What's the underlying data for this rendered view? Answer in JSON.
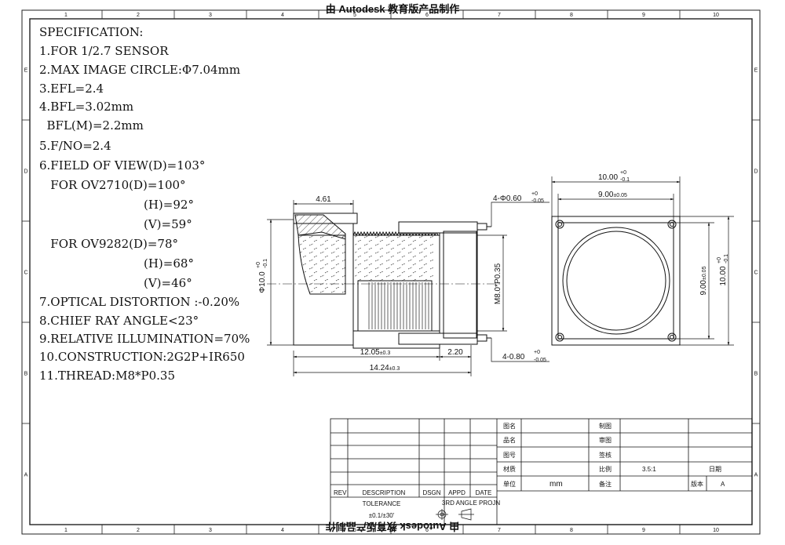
{
  "watermark": {
    "top": "由 Autodesk 教育版产品制作",
    "bottom": "由 Autodesk 教育版产品制作"
  },
  "frame": {
    "col_numbers": [
      "1",
      "2",
      "3",
      "4",
      "5",
      "6",
      "7",
      "8",
      "9",
      "10"
    ],
    "row_letters": [
      "E",
      "D",
      "C",
      "B",
      "A"
    ]
  },
  "spec": {
    "title": "SPECIFICATION:",
    "lines": [
      "1.FOR 1/2.7  SENSOR",
      "2.MAX IMAGE CIRCLE:Φ7.04mm",
      "3.EFL=2.4",
      "4.BFL=3.02mm",
      "  BFL(M)=2.2mm",
      "5.F/NO=2.4",
      "6.FIELD OF VIEW(D)=103°",
      "   FOR OV2710(D)=100°",
      "(H)=92°",
      "(V)=59°",
      "   FOR OV9282(D)=78°",
      "(H)=68°",
      "(V)=46°",
      "7.OPTICAL DISTORTION :-0.20%",
      "8.CHIEF RAY ANGLE<23°",
      "9.RELATIVE ILLUMINATION=70%",
      "10.CONSTRUCTION:2G2P+IR650",
      "11.THREAD:M8*P0.35"
    ]
  },
  "dims": {
    "d461": "4.61",
    "d1005_main": "12.05",
    "d1005_tol": "±0.3",
    "d1424_main": "14.24",
    "d1424_tol": "±0.3",
    "d220": "2.20",
    "phi10": "Φ10.0",
    "phi10_tol_hi": "+0",
    "phi10_tol_lo": "-0.1",
    "thread": "M8.0*P0.35",
    "hole060": "4-Φ0.60",
    "hole060_hi": "+0",
    "hole060_lo": "-0.05",
    "hole080": "4-0.80",
    "hole080_hi": "+0",
    "hole080_lo": "-0.05",
    "w10_main": "10.00",
    "w10_hi": "+0",
    "w10_lo": "-0.1",
    "w9_main": "9.00",
    "w9_tol": "±0.05",
    "h9_main": "9.00",
    "h9_tol": "±0.05",
    "h10_main": "10.00",
    "h10_hi": "+0",
    "h10_lo": "-0.1"
  },
  "title_block": {
    "rev": "REV",
    "description": "DESCRIPTION",
    "dsgn": "DSGN",
    "appd": "APPD",
    "date": "DATE",
    "tolerance": "TOLERANCE",
    "tolerance_value": "±0.1/±30'",
    "projection": "3RD  ANGLE  PROJN",
    "fields": {
      "drawing_name": "图名",
      "part_name": "品名",
      "drawing_no": "图号",
      "material": "材质",
      "unit": "单位",
      "unit_value": "mm",
      "drawn": "制图",
      "checked": "审图",
      "approved": "签核",
      "scale": "比例",
      "scale_value": "3.5:1",
      "remarks": "备注",
      "date": "日期",
      "version": "版本",
      "version_value": "A"
    }
  }
}
